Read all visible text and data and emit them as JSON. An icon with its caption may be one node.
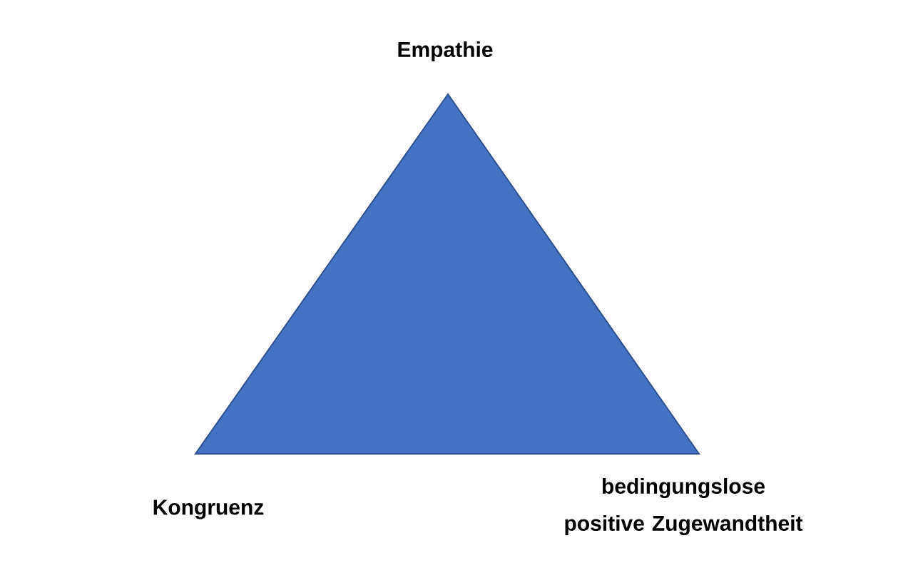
{
  "diagram": {
    "labels": [
      "Empathie",
      "Kongruenz",
      "bedingungslose positive Zugewandtheit"
    ]
  }
}
